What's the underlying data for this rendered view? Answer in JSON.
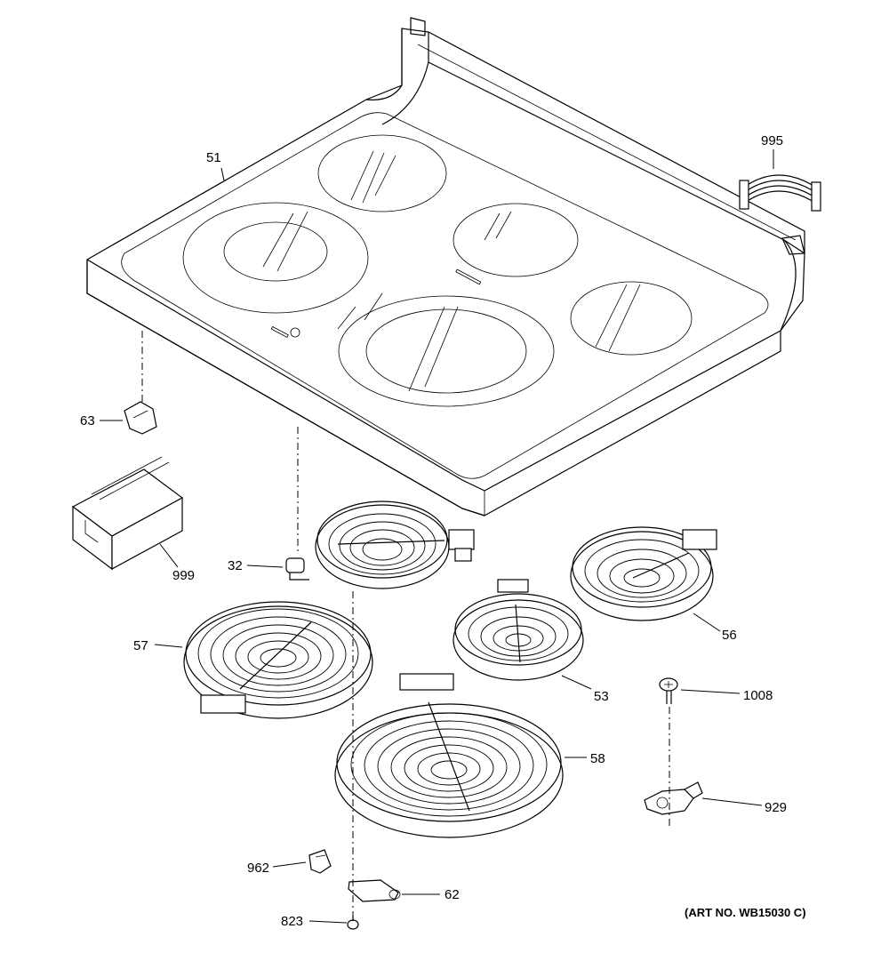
{
  "diagram": {
    "art_number": "(ART NO. WB15030 C)",
    "parts": [
      {
        "key": "p51",
        "number": "51",
        "icon": "cooktop-glass-icon"
      },
      {
        "key": "p995",
        "number": "995",
        "icon": "wire-harness-icon"
      },
      {
        "key": "p63",
        "number": "63",
        "icon": "clip-icon"
      },
      {
        "key": "p999",
        "number": "999",
        "icon": "box-icon"
      },
      {
        "key": "p32",
        "number": "32",
        "icon": "sensor-icon"
      },
      {
        "key": "p57",
        "number": "57",
        "icon": "surface-element-icon"
      },
      {
        "key": "p53",
        "number": "53",
        "icon": "surface-element-icon"
      },
      {
        "key": "p56",
        "number": "56",
        "icon": "surface-element-icon"
      },
      {
        "key": "p58",
        "number": "58",
        "icon": "surface-element-icon"
      },
      {
        "key": "p1008",
        "number": "1008",
        "icon": "screw-icon"
      },
      {
        "key": "p929",
        "number": "929",
        "icon": "bracket-icon"
      },
      {
        "key": "p962",
        "number": "962",
        "icon": "clip-icon"
      },
      {
        "key": "p62",
        "number": "62",
        "icon": "bracket-icon"
      },
      {
        "key": "p823",
        "number": "823",
        "icon": "screw-icon"
      }
    ]
  }
}
